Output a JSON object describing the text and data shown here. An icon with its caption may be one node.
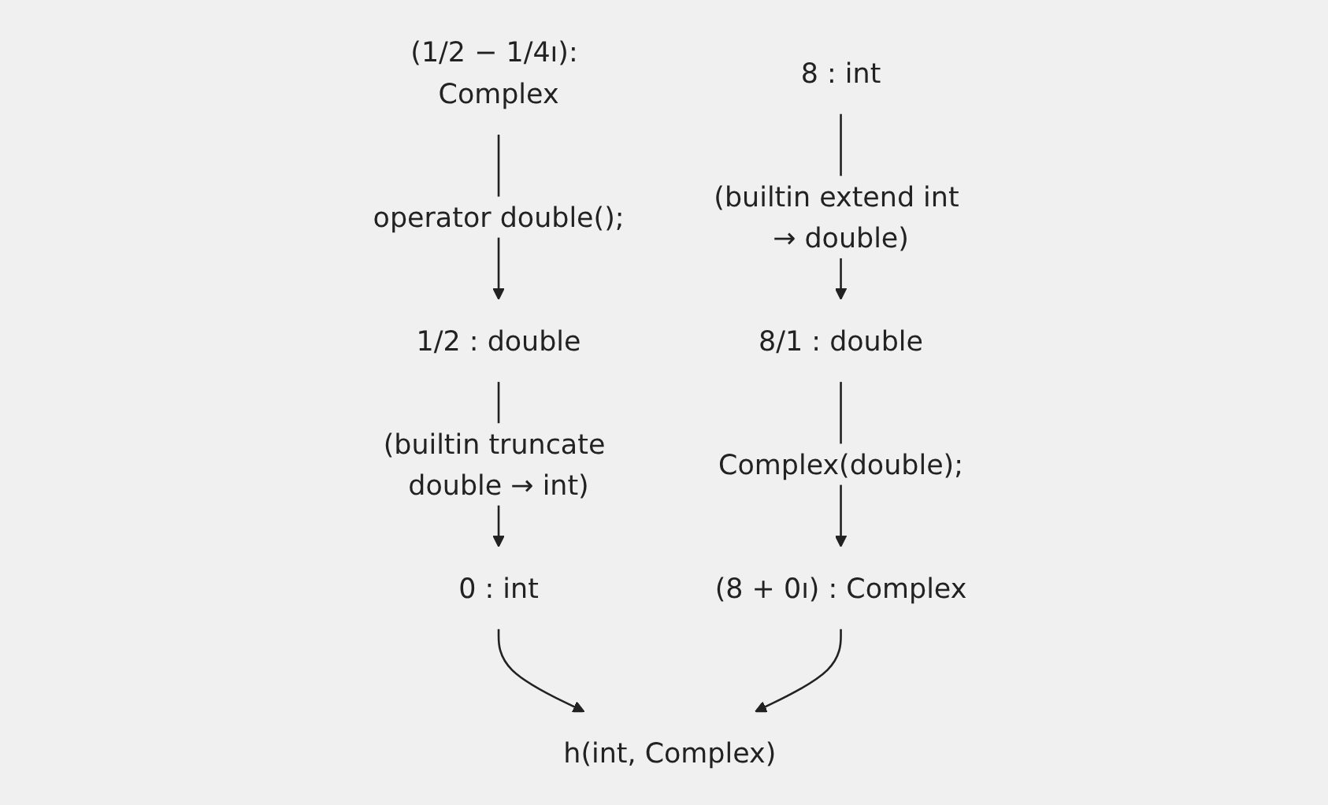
{
  "diagram": {
    "nodes": [
      {
        "text": [
          "(1/2 − 1/4ı): Complex"
        ]
      },
      {
        "text": [
          "8 : int"
        ]
      },
      {
        "text": [
          "1/2 : double"
        ]
      },
      {
        "text": [
          "8/1 : double"
        ]
      },
      {
        "text": [
          "0 : int"
        ]
      },
      {
        "text": [
          "(8 + 0ı) : Complex"
        ]
      },
      {
        "text": [
          "h(int, Complex)"
        ]
      }
    ],
    "edges": [
      {
        "from": 0,
        "to": 2,
        "arrow": "to",
        "label": "operator double();"
      },
      {
        "from": 2,
        "to": 4,
        "arrow": "to",
        "label": "(builtin truncate double → int)"
      },
      {
        "from": 1,
        "to": 3,
        "arrow": "to",
        "label": "(builtin extend int → double)"
      },
      {
        "from": 3,
        "to": 5,
        "arrow": "to",
        "label": "Complex(double);"
      },
      {
        "from": 4,
        "to": 6,
        "arrow": "to"
      },
      {
        "from": 5,
        "to": 6,
        "arrow": "to"
      }
    ]
  }
}
